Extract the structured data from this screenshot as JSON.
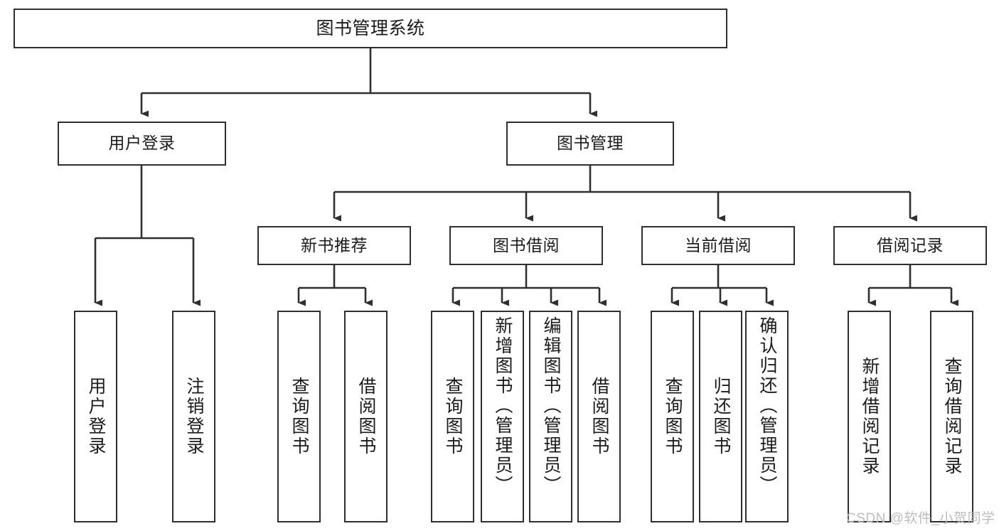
{
  "diagram": {
    "type": "tree-hierarchy",
    "title": "图书管理系统",
    "orientation": "top-down",
    "colors": {
      "box_stroke": "#2f2f2f",
      "box_fill": "#ffffff",
      "connector": "#2f2f2f",
      "text": "#1b1b1b",
      "watermark": "#bdbdbd",
      "background": "#ffffff"
    },
    "nodes": {
      "root": {
        "id": "root",
        "label": "图书管理系统",
        "level": 0
      },
      "level1": [
        {
          "id": "user-login",
          "label": "用户登录",
          "level": 1
        },
        {
          "id": "book-management",
          "label": "图书管理",
          "level": 1
        }
      ],
      "level2": [
        {
          "id": "new-book-recommend",
          "label": "新书推荐",
          "parent": "book-management",
          "level": 2
        },
        {
          "id": "book-borrow",
          "label": "图书借阅",
          "parent": "book-management",
          "level": 2
        },
        {
          "id": "current-borrow",
          "label": "当前借阅",
          "parent": "book-management",
          "level": 2
        },
        {
          "id": "borrow-record",
          "label": "借阅记录",
          "parent": "book-management",
          "level": 2
        }
      ],
      "leaves": [
        {
          "id": "leaf-user-login",
          "label": "用户登录",
          "parent": "user-login"
        },
        {
          "id": "leaf-logout-login",
          "label": "注销登录",
          "parent": "user-login"
        },
        {
          "id": "leaf-query-book-1",
          "label": "查询图书",
          "parent": "new-book-recommend"
        },
        {
          "id": "leaf-borrow-book-1",
          "label": "借阅图书",
          "parent": "new-book-recommend"
        },
        {
          "id": "leaf-query-book-2",
          "label": "查询图书",
          "parent": "book-borrow"
        },
        {
          "id": "leaf-add-book",
          "label": "新增图书（管理员）",
          "parent": "book-borrow"
        },
        {
          "id": "leaf-edit-book",
          "label": "编辑图书（管理员）",
          "parent": "book-borrow"
        },
        {
          "id": "leaf-borrow-book-2",
          "label": "借阅图书",
          "parent": "book-borrow"
        },
        {
          "id": "leaf-query-book-3",
          "label": "查询图书",
          "parent": "current-borrow"
        },
        {
          "id": "leaf-return-book",
          "label": "归还图书",
          "parent": "current-borrow"
        },
        {
          "id": "leaf-confirm-return",
          "label": "确认归还（管理员）",
          "parent": "current-borrow"
        },
        {
          "id": "leaf-add-borrow-record",
          "label": "新增借阅记录",
          "parent": "borrow-record"
        },
        {
          "id": "leaf-query-borrow-record",
          "label": "查询借阅记录",
          "parent": "borrow-record"
        }
      ]
    },
    "watermark": "CSDN @软件_小贺同学"
  }
}
